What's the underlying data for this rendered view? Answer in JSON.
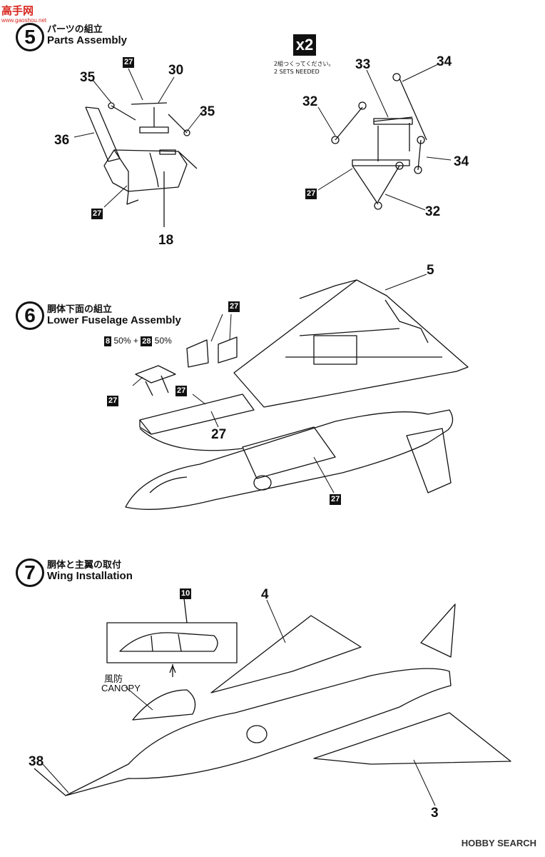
{
  "watermark": {
    "site": "高手网",
    "url": "www.gaoshou.net"
  },
  "step5": {
    "number": "5",
    "title_jp": "パーツの組立",
    "title_en": "Parts Assembly"
  },
  "step6": {
    "number": "6",
    "title_jp": "胴体下面の組立",
    "title_en": "Lower Fuselage Assembly"
  },
  "step7": {
    "number": "7",
    "title_jp": "胴体と主翼の取付",
    "title_en": "Wing Installation"
  },
  "multiplier": {
    "label": "x2",
    "note_jp": "2組つくってください。",
    "note_en": "2 SETS NEEDED"
  },
  "color_mix": {
    "color_a": "8",
    "pct_a": "50%",
    "plus": "+",
    "color_b": "28",
    "pct_b": "50%"
  },
  "canopy_label": {
    "jp": "風防",
    "en": "CANOPY"
  },
  "callouts5": {
    "p27": "27",
    "p30": "30",
    "p35a": "35",
    "p35b": "35",
    "p36": "36",
    "p27b": "27",
    "p18": "18"
  },
  "callouts5b": {
    "p33": "33",
    "p34a": "34",
    "p32a": "32",
    "p34b": "34",
    "p27": "27",
    "p32b": "32"
  },
  "callouts6": {
    "p5": "5",
    "p27a": "27",
    "p27b": "27",
    "p27c": "27",
    "p27d": "27",
    "p27e": "27"
  },
  "callouts7": {
    "p10": "10",
    "p4": "4",
    "p38": "38",
    "p3": "3"
  },
  "footer": {
    "brand": "HOBBY SEARCH"
  },
  "colors": {
    "ink": "#111111",
    "badge_bg": "#111111",
    "watermark_red": "#d8261f"
  }
}
